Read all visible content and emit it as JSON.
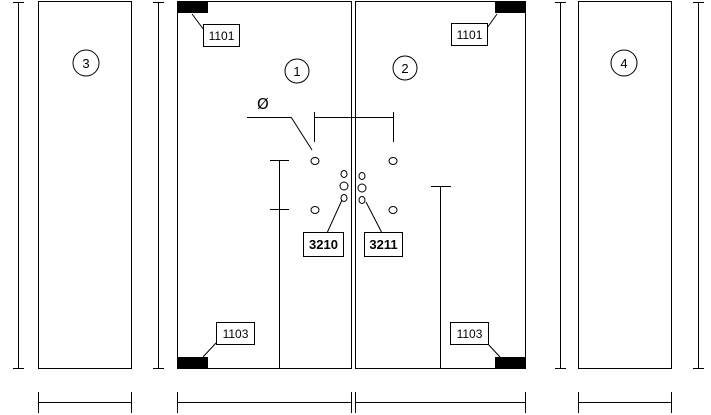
{
  "panels": {
    "left_fixed": "3",
    "left_door": "1",
    "right_door": "2",
    "right_fixed": "4"
  },
  "part_labels": {
    "top_left": "1101",
    "top_right": "1101",
    "bottom_left": "1103",
    "bottom_right": "1103",
    "handle_left": "3210",
    "handle_right": "3211"
  },
  "symbols": {
    "hole_diameter": "Ø"
  }
}
